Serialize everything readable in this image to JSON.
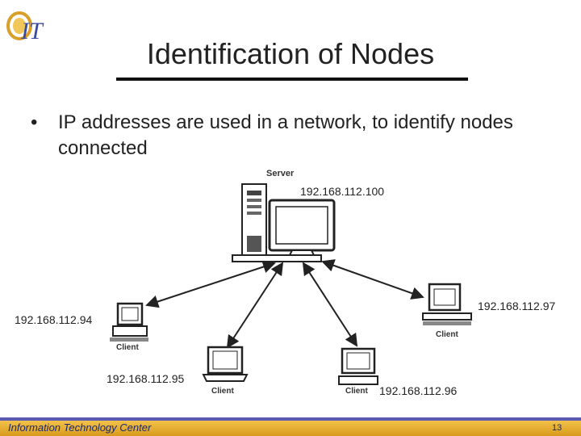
{
  "slide": {
    "title": "Identification of Nodes",
    "bullet_symbol": "•",
    "bullet_text": "IP addresses are used in a network, to identify nodes connected"
  },
  "logo": {
    "text": "IT",
    "colors": {
      "ring": "#d8a02a",
      "text": "#3b4aa0"
    }
  },
  "diagram": {
    "server_label": "Server",
    "client_label": "Client",
    "ips": {
      "server": "192.168.112.100",
      "left": "192.168.112.94",
      "right": "192.168.112.97",
      "bottom_left": "192.168.112.95",
      "bottom_right": "192.168.112.96"
    }
  },
  "footer": {
    "text": "Information Technology Center",
    "page_number": "13",
    "colors": {
      "bar": "#5a5ab0",
      "band": "#e7af32"
    }
  }
}
